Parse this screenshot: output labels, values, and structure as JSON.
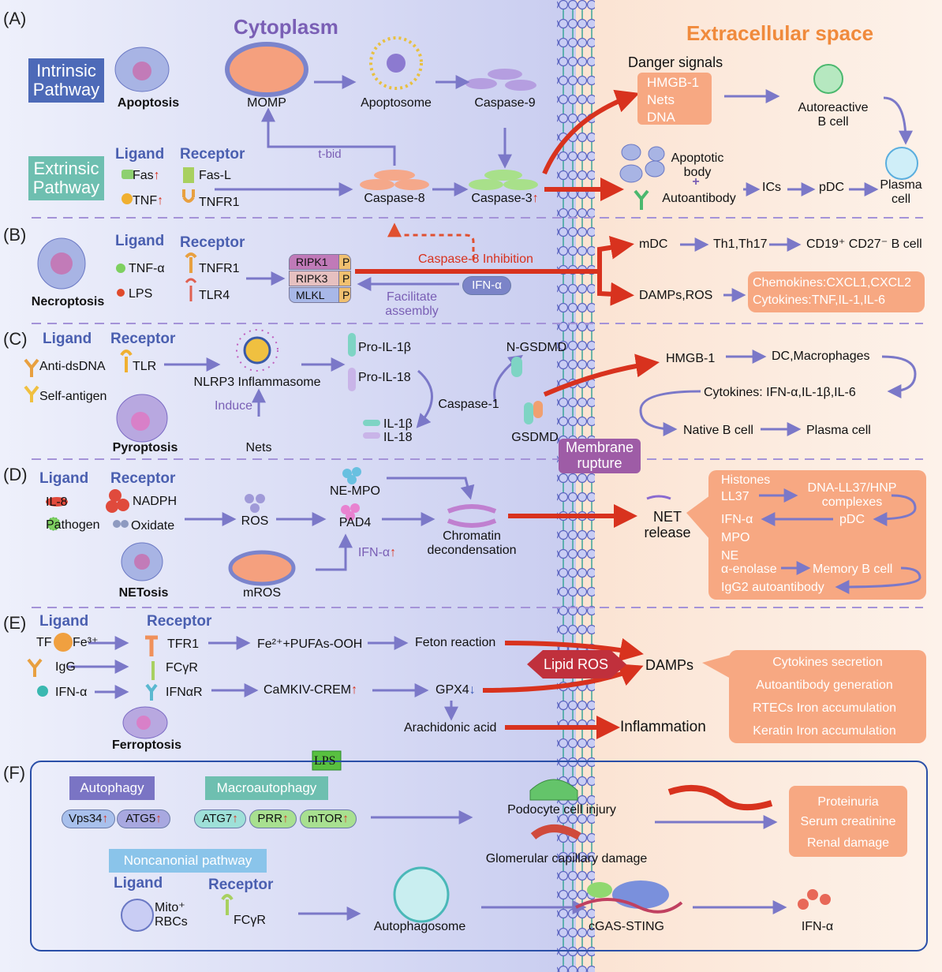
{
  "headers": {
    "cytoplasm": "Cytoplasm",
    "extracellular": "Extracellular space"
  },
  "sections": {
    "a": "(A)",
    "b": "(B)",
    "c": "(C)",
    "d": "(D)",
    "e": "(E)",
    "f": "(F)"
  },
  "a": {
    "intrinsic": "Intrinsic\nPathway",
    "extrinsic": "Extrinsic\nPathway",
    "apoptosis": "Apoptosis",
    "momp": "MOMP",
    "apoptosome": "Apoptosome",
    "casp9": "Caspase-9",
    "tbid": "t-bid",
    "ligand": "Ligand",
    "receptor": "Receptor",
    "fas": "Fas",
    "tnf": "TNF",
    "fasl": "Fas-L",
    "tnfr1": "TNFR1",
    "casp8": "Caspase-8",
    "casp3": "Caspase-3",
    "danger": "Danger signals",
    "danger_items": [
      "HMGB-1",
      "Nets",
      "DNA"
    ],
    "autoreactive": "Autoreactive\nB cell",
    "apoptotic_body": "Apoptotic\nbody",
    "plus": "+",
    "autoantibody": "Autoantibody",
    "ics": "ICs",
    "pdc": "pDC",
    "plasma": "Plasma\ncell"
  },
  "b": {
    "necroptosis": "Necroptosis",
    "ligand": "Ligand",
    "receptor": "Receptor",
    "tnfa": "TNF-α",
    "lps": "LPS",
    "tnfr1": "TNFR1",
    "tlr4": "TLR4",
    "ripk1": "RIPK1",
    "ripk3": "RIPK3",
    "mlkl": "MLKL",
    "p": "P",
    "casp8_inhib": "Caspase-8 Inhibition",
    "ifna": "IFN-α",
    "facilitate": "Facilitate\nassembly",
    "mdc": "mDC",
    "th": "Th1,Th17",
    "cd19": "CD19⁺ CD27⁻ B cell",
    "damps": "DAMPs,ROS",
    "chemokines": "Chemokines:CXCL1,CXCL2",
    "cytokines": "Cytokines:TNF,IL-1,IL-6"
  },
  "c": {
    "ligand": "Ligand",
    "receptor": "Receptor",
    "antidsdna": "Anti-dsDNA",
    "selfantigen": "Self-antigen",
    "tlr": "TLR",
    "nlrp3": "NLRP3 Inflammasome",
    "induce": "Induce",
    "nets": "Nets",
    "pyroptosis": "Pyroptosis",
    "proil1b": "Pro-IL-1β",
    "proil18": "Pro-IL-18",
    "il1b": "IL-1β",
    "il18": "IL-18",
    "casp1": "Caspase-1",
    "ngsdmd": "N-GSDMD",
    "gsdmd": "GSDMD",
    "rupture": "Membrane\nrupture",
    "hmgb1": "HMGB-1",
    "dcmac": "DC,Macrophages",
    "cytokines": "Cytokines: IFN-α,IL-1β,IL-6",
    "native": "Native B cell",
    "plasma": "Plasma cell"
  },
  "d": {
    "ligand": "Ligand",
    "receptor": "Receptor",
    "il8": "IL-8",
    "pathogen": "Pathogen",
    "nadph": "NADPH",
    "oxidate": "Oxidate",
    "netosis": "NETosis",
    "ros": "ROS",
    "nempo": "NE-MPO",
    "pad4": "PAD4",
    "mros": "mROS",
    "ifna": "IFN-α",
    "chromatin": "Chromatin\ndecondensation",
    "net": "NET\nrelease",
    "box": [
      "Histones",
      "LL37",
      "DNA-LL37/HNP\ncomplexes",
      "IFN-α",
      "pDC",
      "MPO",
      "NE",
      "α-enolase",
      "Memory B cell",
      "IgG2 autoantibody"
    ]
  },
  "e": {
    "ligand": "Ligand",
    "receptor": "Receptor",
    "tf": "TF",
    "fe": "Fe³⁺",
    "igg": "IgG",
    "ifna": "IFN-α",
    "tfr1": "TFR1",
    "fcgr": "FCγR",
    "ifnar": "IFNαR",
    "fe2": "Fe²⁺+PUFAs-OOH",
    "feton": "Feton reaction",
    "camkiv": "CaMKIV-CREM",
    "gpx4": "GPX4",
    "arach": "Arachidonic acid",
    "lipid": "Lipid ROS",
    "damps": "DAMPs",
    "inflammation": "Inflammation",
    "ferroptosis": "Ferroptosis",
    "box": [
      "Cytokines secretion",
      "Autoantibody generation",
      "RTECs Iron accumulation",
      "Keratin Iron accumulation"
    ]
  },
  "f": {
    "autophagy": "Autophagy",
    "macro": "Macroautophagy",
    "lps": "LPS",
    "pills": [
      "Vps34",
      "ATG5",
      "ATG7",
      "PRR",
      "mTOR"
    ],
    "noncanon": "Noncanonial pathway",
    "ligand": "Ligand",
    "receptor": "Receptor",
    "mito": "Mito⁺\nRBCs",
    "fcgr": "FCγR",
    "autophagosome": "Autophagosome",
    "podocyte": "Podocyte cell injury",
    "glomerular": "Glomerular capillary  damage",
    "cgas": "cGAS-STING",
    "ifna": "IFN-α",
    "outcomes": [
      "Proteinuria",
      "Serum creatinine",
      "Renal damage"
    ]
  },
  "colors": {
    "accent_blue": "#4a5fb0",
    "extracellular_orange": "#f08a3c",
    "red_arrow": "#d8321e",
    "salmon_box": "#f7a882",
    "purple_arrow": "#7b78c8"
  }
}
